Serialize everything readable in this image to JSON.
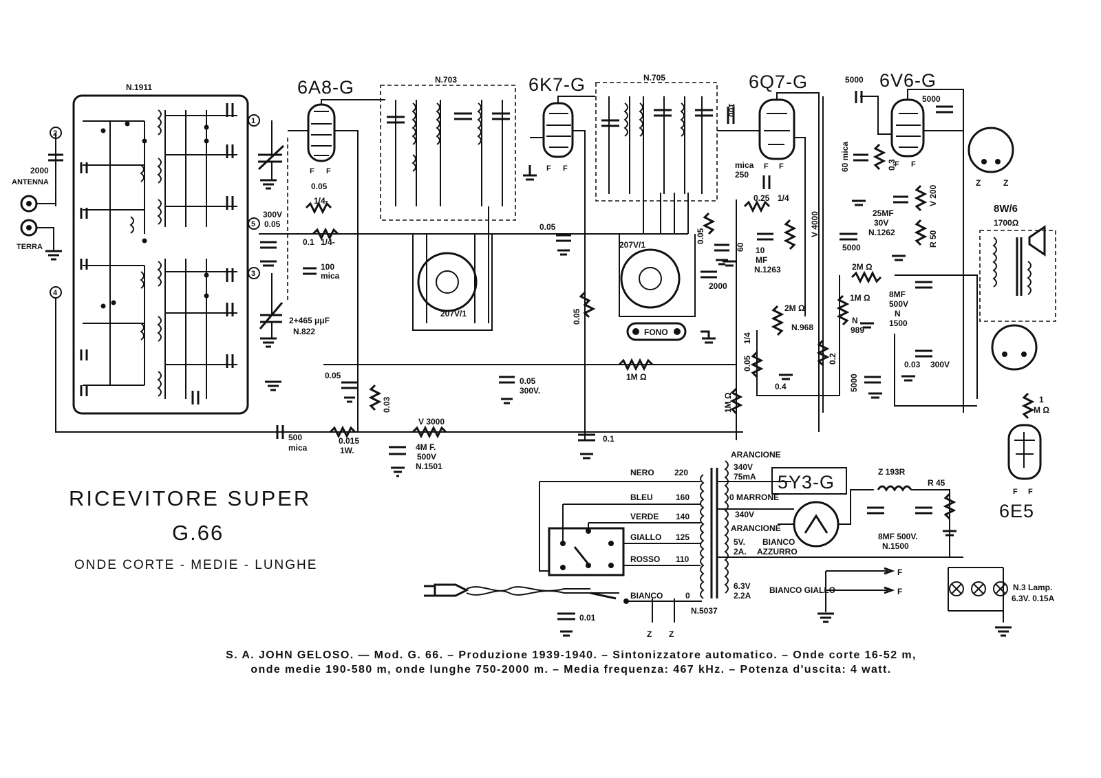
{
  "title": {
    "line1": "RICEVITORE SUPER",
    "model": "G.66",
    "bands": "ONDE CORTE - MEDIE - LUNGHE"
  },
  "caption": {
    "line1": "S. A. JOHN GELOSO. — Mod. G. 66. – Produzione 1939-1940. – Sintonizzatore automatico. – Onde corte 16-52 m,",
    "line2": "onde medie 190-580 m, onde lunghe 750-2000 m. – Media frequenza: 467 kHz. – Potenza d'uscita: 4 watt."
  },
  "tubes": {
    "converter": "6A8-G",
    "if_amp": "6K7-G",
    "detector": "6Q7-G",
    "output": "6V6-G",
    "rectifier": "5Y3-G",
    "eye": "6E5"
  },
  "blocks": {
    "rf_unit": "N.1911",
    "if1": "N.703",
    "if2": "N.705",
    "power_tx": "N.5037",
    "speaker": "8W/6",
    "speaker_field": "1700Ω",
    "lamps": "N.3 Lamp.",
    "lamps_rating": "6.3V. 0.15A",
    "choke": "Z 193R"
  },
  "labels": {
    "antenna": "ANTENNA",
    "ground": "TERRA",
    "fono": "FONO",
    "t1": "2",
    "t2": "1",
    "t3": "5",
    "t4": "3",
    "t5": "4",
    "c2000": "2000",
    "c300": "300V",
    "c005a": "0.05",
    "r005": "0.05",
    "r005w": "1/4-",
    "r01": "0.1",
    "r01w": "1/4-",
    "c100": "100",
    "c100b": "mica",
    "trim": "2+465 μμF",
    "trim2": "N.822",
    "c005b": "0.05",
    "r003": "0.03",
    "c500": "500",
    "c500b": "mica",
    "r0015": "0.015",
    "r0015w": "1W.",
    "v3000": "V 3000",
    "c4": "4M F.",
    "c4b": "500V",
    "c4c": "N.1501",
    "c005c": "0.05",
    "c005d": "0.05",
    "c005e": "300V.",
    "r1m": "1M Ω",
    "c01": "0.1",
    "s1": "207V/1",
    "s2": "207V/1",
    "c100m": "100",
    "c100mb": "mica",
    "c250": "mica",
    "c250b": "250",
    "r025": "0.25",
    "r025w": "1/4",
    "c10": "10",
    "c10b": "MF",
    "c10c": "N.1263",
    "v4000": "V 4000",
    "r005f": "0.05",
    "c60": "60",
    "c60b": "mica",
    "c2000b": "2000",
    "c5000a": "5000",
    "c5000b": "5000",
    "c5000c": "5000",
    "c5000d": "5000",
    "c60mica": "60 mica",
    "r03": "0.3",
    "c25": "25MF",
    "c25b": "30V",
    "c25c": "N.1262",
    "v200": "V 200",
    "r50": "R 50",
    "r2m": "2M Ω",
    "c8a": "8MF",
    "c8b": "500V",
    "c8c": "N",
    "c8d": "1500",
    "c003": "0.03",
    "c003b": "300V",
    "pot2m": "2M Ω",
    "pot2mb": "N.968",
    "r1ma": "1M Ω",
    "n989": "N",
    "n989b": "989",
    "r005g": "0.05",
    "r005gw": "1/4",
    "r04": "0.4",
    "r02": "0.2",
    "r1mb": "1M Ω",
    "r1mc": "1",
    "r1md": "M Ω",
    "nero": "NERO",
    "bleu": "BLEU",
    "verde": "VERDE",
    "giallo": "GIALLO",
    "rosso": "ROSSO",
    "bianco": "BIANCO",
    "v220": "220",
    "v160": "160",
    "v140": "140",
    "v125": "125",
    "v110": "110",
    "v0": "0",
    "aran1": "ARANCIONE",
    "s340a": "340V",
    "s75": "75mA",
    "marrone": "0 MARRONE",
    "s340b": "340V",
    "aran2": "ARANCIONE",
    "s5v": "5V.",
    "s2a": "2A.",
    "bianco2": "BIANCO",
    "azzurro": "AZZURRO",
    "s63": "6.3V",
    "s22": "2.2A",
    "gialloB": "BIANCO GIALLO",
    "c001": "0.01",
    "c8mf": "8MF 500V.",
    "c8mfb": "N.1500",
    "r45": "R 45",
    "F": "F",
    "Z": "Z"
  },
  "colors": {
    "ink": "#111111",
    "paper": "#ffffff"
  }
}
